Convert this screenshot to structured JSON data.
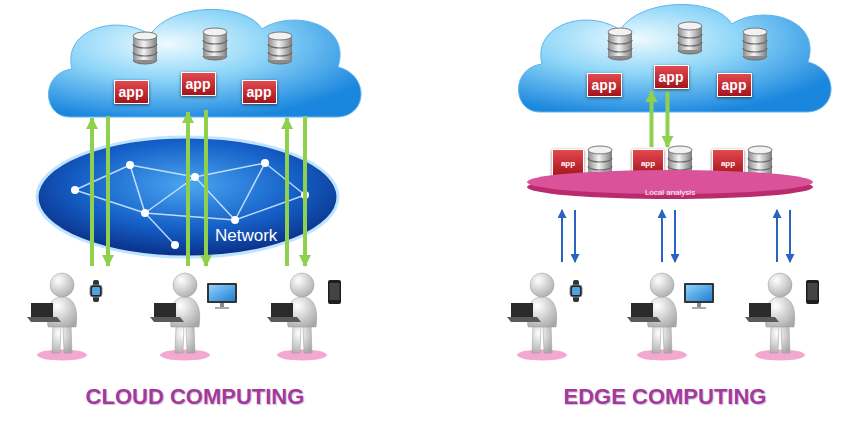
{
  "diagram": {
    "nodes": [
      {
        "text": [
          "app"
        ]
      },
      {
        "text": [
          "app"
        ]
      },
      {
        "text": [
          "app"
        ]
      },
      {
        "text": [
          "Network"
        ]
      },
      {
        "text": [
          "app"
        ]
      },
      {
        "text": [
          "app"
        ]
      },
      {
        "text": [
          "app"
        ]
      },
      {
        "text": [
          "Local analysis"
        ]
      },
      {
        "text": [
          "app"
        ],
        "in": 7
      },
      {
        "text": [
          "app"
        ],
        "in": 7
      },
      {
        "text": [
          "app"
        ],
        "in": 7
      }
    ],
    "edges": [
      {
        "from": 9,
        "to": 5,
        "arrow": "to"
      },
      {
        "from": 5,
        "to": 9,
        "arrow": "to"
      }
    ],
    "labels": [
      "CLOUD COMPUTING",
      "EDGE COMPUTING"
    ]
  }
}
